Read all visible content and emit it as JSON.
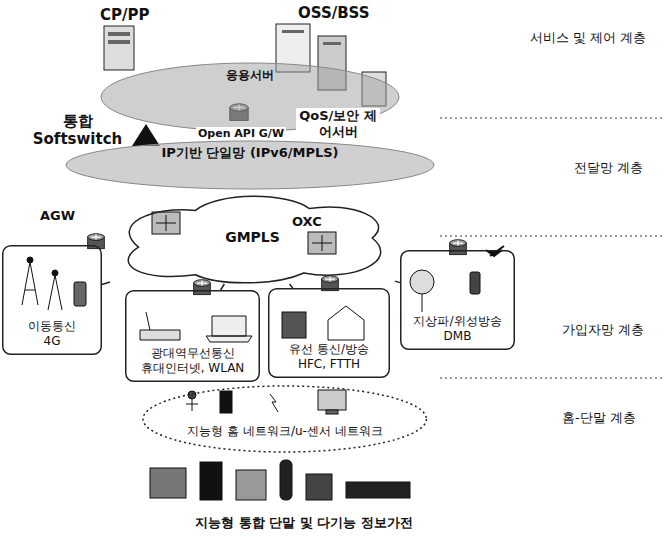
{
  "diagram": {
    "nodes": [
      {
        "text": [
          "응용서버"
        ]
      },
      {
        "text": [
          "IP기반 단일망 (IPv6/MPLS)"
        ]
      },
      {
        "text": [
          "GMPLS"
        ]
      },
      {
        "text": [
          "이동통신",
          "4G"
        ]
      },
      {
        "text": [
          "광대역무선통신",
          "휴대인터넷, WLAN"
        ]
      },
      {
        "text": [
          "유선 통신/방송",
          "HFC, FTTH"
        ]
      },
      {
        "text": [
          "지상파/위성방송",
          "DMB"
        ]
      },
      {
        "text": [
          "지능형 홈 네트워크/u-센서 네트워크"
        ]
      }
    ],
    "edges": [
      {
        "from": 3,
        "to": 2,
        "arrow": "none"
      },
      {
        "from": 4,
        "to": 2,
        "arrow": "none"
      },
      {
        "from": 5,
        "to": 2,
        "arrow": "none"
      },
      {
        "from": 6,
        "to": 2,
        "arrow": "none"
      }
    ],
    "labels": [
      "CP/PP",
      "OSS/BSS",
      "통합 Softswitch",
      "Open API G/W",
      "QoS/보안 제어서버",
      "AGW",
      "OXC",
      "서비스 및 제어 계층",
      "전달망 계층",
      "가입자망 계층",
      "홈-단말 계층",
      "지능형 통합 단말 및 다기능 정보가전"
    ]
  }
}
